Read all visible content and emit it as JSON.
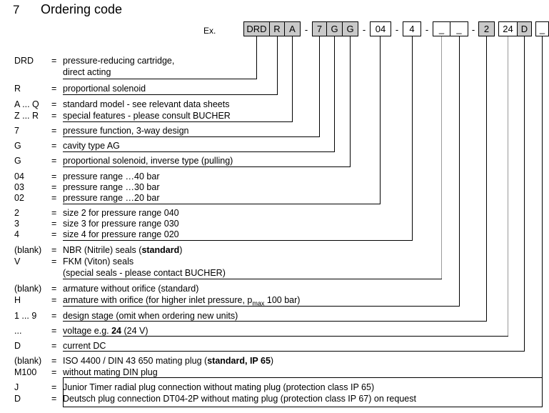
{
  "section": {
    "number": "7",
    "title": "Ordering code"
  },
  "example": {
    "label": "Ex.",
    "separators": [
      "-",
      "-",
      "-",
      "-",
      "-"
    ],
    "boxes": [
      {
        "text": "DRD",
        "fill": "grey"
      },
      {
        "text": "R",
        "fill": "grey"
      },
      {
        "text": "A",
        "fill": "grey"
      },
      {
        "text": "7",
        "fill": "grey"
      },
      {
        "text": "G",
        "fill": "grey"
      },
      {
        "text": "G",
        "fill": "grey"
      },
      {
        "text": "04",
        "fill": "white"
      },
      {
        "text": "4",
        "fill": "white"
      },
      {
        "text": "_",
        "fill": "white"
      },
      {
        "text": "_",
        "fill": "white"
      },
      {
        "text": "2",
        "fill": "grey"
      },
      {
        "text": "24",
        "fill": "white"
      },
      {
        "text": "D",
        "fill": "grey"
      },
      {
        "text": "_",
        "fill": "white"
      }
    ]
  },
  "colors": {
    "box_fill_grey": "#c9c9c9",
    "box_fill_white": "#ffffff",
    "line_black": "#000000",
    "line_grey": "#9a9a9a"
  },
  "legend": {
    "eq": "=",
    "rows": [
      {
        "code": "DRD",
        "desc": "pressure-reducing cartridge,"
      },
      {
        "code": "",
        "desc": "direct acting"
      },
      {
        "code": "R",
        "desc": "proportional solenoid"
      },
      {
        "code": "A ... Q",
        "desc": "standard model - see relevant data sheets"
      },
      {
        "code": "Z ... R",
        "desc": "special features - please consult BUCHER"
      },
      {
        "code": "7",
        "desc": "pressure function, 3-way design"
      },
      {
        "code": "G",
        "desc": "cavity type AG"
      },
      {
        "code": "G",
        "desc": "proportional solenoid, inverse type (pulling)"
      },
      {
        "code": "04",
        "desc": "pressure range …40 bar"
      },
      {
        "code": "03",
        "desc": "pressure range …30 bar"
      },
      {
        "code": "02",
        "desc": "pressure range …20 bar"
      },
      {
        "code": "2",
        "desc": "size 2 for pressure range 040"
      },
      {
        "code": "3",
        "desc": "size 3 for pressure range 030"
      },
      {
        "code": "4",
        "desc": "size 4 for pressure range 020"
      },
      {
        "code": "(blank)",
        "desc": "NBR (Nitrile) seals  (standard)"
      },
      {
        "code": "V",
        "desc": "FKM (Viton) seals"
      },
      {
        "code": "",
        "desc": "(special seals - please contact BUCHER)"
      },
      {
        "code": "(blank)",
        "desc": "armature without orifice   (standard)"
      },
      {
        "code": "H",
        "desc": "armature with orifice (for higher inlet pressure, pmax 100 bar)"
      },
      {
        "code": "1 ... 9",
        "desc": "design stage (omit when ordering new units)"
      },
      {
        "code": "...",
        "desc": "voltage e.g. 24 (24 V)"
      },
      {
        "code": "D",
        "desc": "current  DC"
      },
      {
        "code": "(blank)",
        "desc": "ISO 4400 / DIN 43 650 mating plug (standard, IP 65)"
      },
      {
        "code": "M100",
        "desc": "without mating DIN plug"
      },
      {
        "code": "J",
        "desc": "Junior Timer radial plug connection without mating plug (protection class IP 65)"
      },
      {
        "code": "D",
        "desc": "Deutsch plug connection DT04-2P without mating plug (protection class IP 67) on request"
      }
    ],
    "bold_fragments": {
      "standard": "standard",
      "ip65": "standard, IP 65",
      "twentyfour": "24"
    },
    "h_row": "armature with orifice (for higher inlet pressure, p",
    "h_sub": "max",
    "h_tail": " 100 bar)",
    "nbr_pre": "NBR (Nitrile) seals  (",
    "nbr_bold": "standard",
    "nbr_post": ")",
    "iso_pre": "ISO 4400 / DIN 43 650 mating plug (",
    "iso_bold": "standard, IP 65",
    "iso_post": ")",
    "volt_pre": "voltage e.g. ",
    "volt_bold": "24",
    "volt_post": " (24 V)"
  }
}
